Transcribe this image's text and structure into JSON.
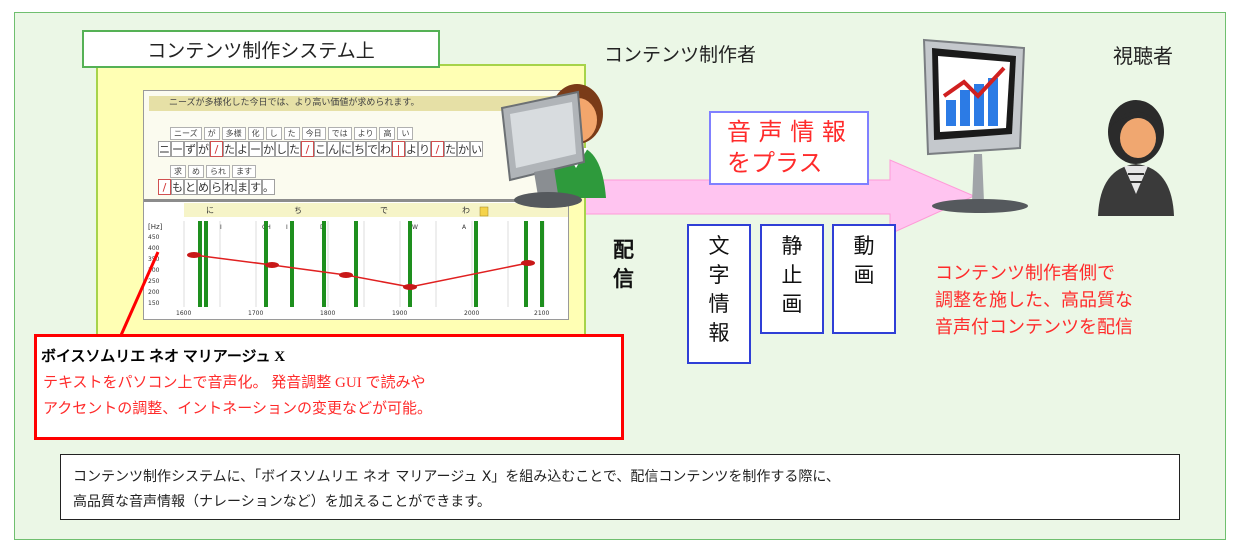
{
  "system_label": "コンテンツ制作システム上",
  "author_label": "コンテンツ制作者",
  "viewer_label": "視聴者",
  "voice_info_label": "音声情報をプラス",
  "voice_info_line1": "音 声 情 報",
  "voice_info_line2": "をプラス",
  "distribution_label": "配信",
  "media_boxes": [
    {
      "label": "文字情報"
    },
    {
      "label": "静止画"
    },
    {
      "label": "動画"
    }
  ],
  "caption_red": "コンテンツ制作者側で調整を施した、高品質な音声付コンテンツを配信",
  "caption_lines": [
    "コンテンツ制作者側で",
    "調整を施した、高品質な",
    "音声付コンテンツを配信"
  ],
  "product_callout": {
    "title": "ボイスソムリエ ネオ マリアージュ X",
    "line1": "テキストをパソコン上で音声化。 発音調整 GUI で読みや",
    "line2": "アクセントの調整、イントネーションの変更などが可能。"
  },
  "bottom_text": {
    "line1": "コンテンツ制作システムに、「ボイスソムリエ ネオ マリアージュ X」を組み込むことで、配信コンテンツを制作する際に、",
    "line2": "高品質な音声情報（ナレーションなど）を加えることができます。"
  },
  "editor": {
    "sentence": "ニーズが多様化した今日では、より高い価値が求められます。",
    "words_row1": [
      "ニーズ",
      "が",
      "多様",
      "化",
      "し",
      "た",
      "今日",
      "では",
      "より",
      "高",
      "い"
    ],
    "kana_row1": [
      "ニ",
      "ー",
      "ず",
      "が",
      "/",
      "た",
      "よ",
      "ー",
      "か",
      "し",
      "た",
      "/",
      "こ",
      "ん",
      "に",
      "ち",
      "で",
      "わ",
      "|",
      "よ",
      "り",
      "/",
      "た",
      "か",
      "い"
    ],
    "words_row2": [
      "求",
      "め",
      "られ",
      "ます"
    ],
    "kana_row2": [
      "/",
      "も",
      "と",
      "め",
      "ら",
      "れ",
      "ま",
      "す",
      "。"
    ],
    "pitch_unit": "[Hz]",
    "pitch_syllables": [
      "に",
      "ち",
      "で",
      "わ"
    ],
    "phonemes": [
      "N",
      "I",
      "CH",
      "I",
      "D",
      "E",
      "W",
      "A"
    ],
    "y_ticks": [
      "450",
      "400",
      "350",
      "300",
      "250",
      "200",
      "150"
    ],
    "x_ticks": [
      "1600",
      "1700",
      "1800",
      "1900",
      "2000",
      "2100"
    ]
  },
  "colors": {
    "frame_green": "#6fbf6f",
    "panel_yellow": "#ffffb4",
    "accent_red": "#ff2b2b",
    "arrow_pink": "#ffc4f0",
    "box_blue": "#2f3fd6"
  }
}
